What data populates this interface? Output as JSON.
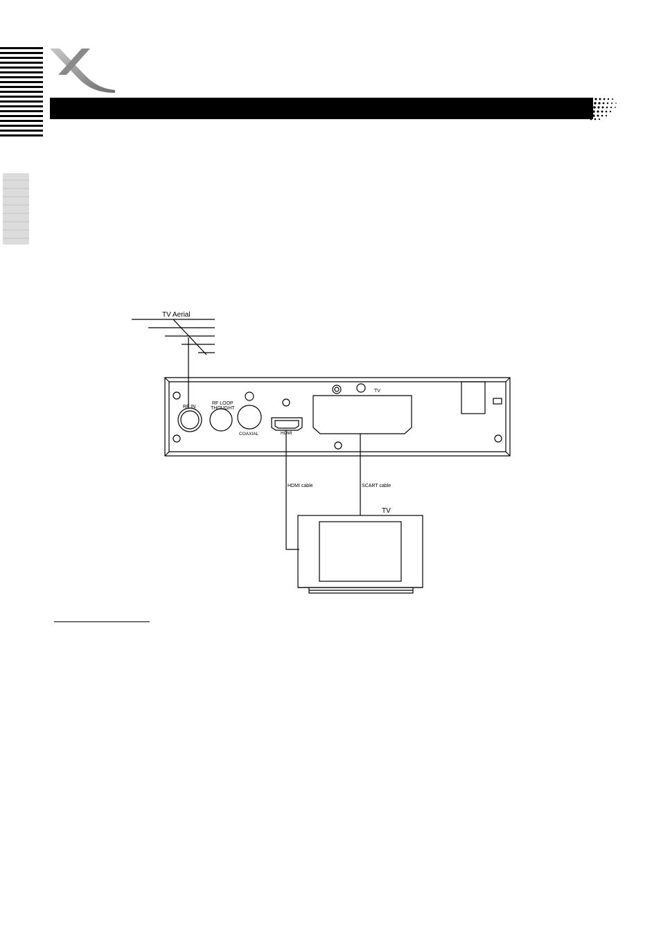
{
  "diagram": {
    "aerial_label": "TV Aerial",
    "ports": {
      "rf_in": "RF IN",
      "rf_loop_line1": "RF LOOP",
      "rf_loop_line2": "THOUGHT",
      "coaxial": "COAXIAL",
      "hdmi": "HDMI",
      "scart_tv": "TV"
    },
    "cables": {
      "hdmi": "HDMI cable",
      "scart": "SCART cable"
    },
    "tv_label": "TV"
  }
}
